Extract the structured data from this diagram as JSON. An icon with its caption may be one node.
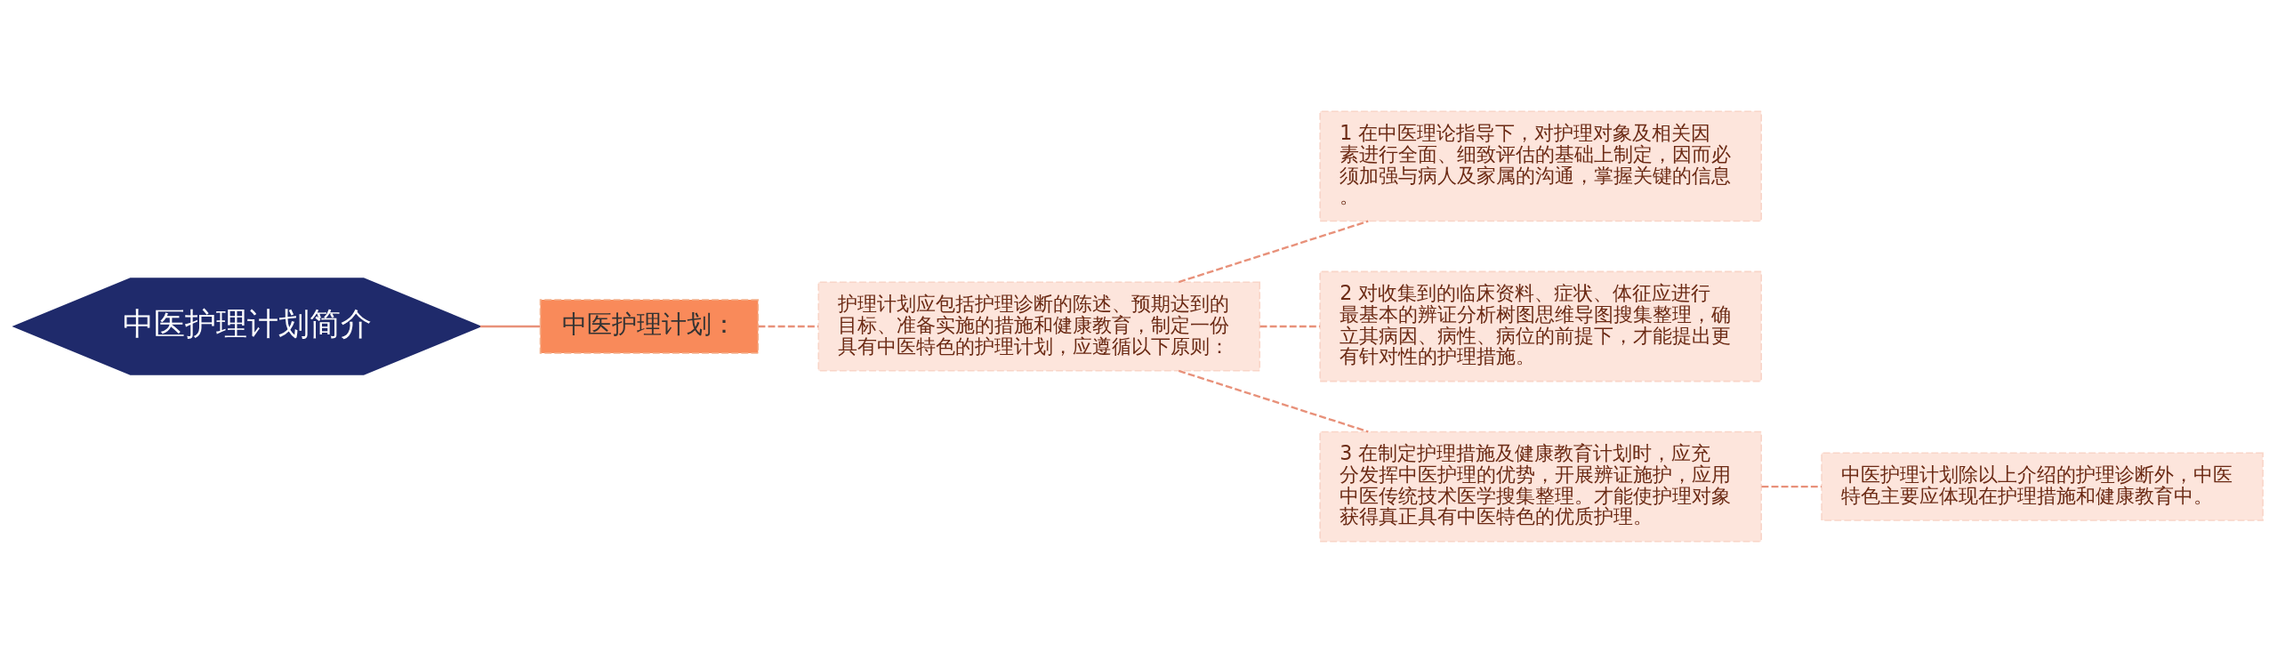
{
  "diagram": {
    "nodes": [
      {
        "text": [
          "中医护理计划简介"
        ]
      },
      {
        "text": [
          "中医护理计划："
        ]
      },
      {
        "text": [
          "护理计划应包括护理诊断的陈述、预期达到的目标、准备实施的措施和健康教育，制定一份具有中医特色的护理计划，应遵循以下原则："
        ]
      },
      {
        "text": [
          "1 在中医理论指导下，对护理对象及相关因素进行全面、细致评估的基础上制定，因而必须加强与病人及家属的沟通，掌握关键的信息。"
        ]
      },
      {
        "text": [
          "2 对收集到的临床资料、症状、体征应进行最基本的辨证分析树图思维导图搜集整理，确立其病因、病性、病位的前提下，才能提出更有针对性的护理措施。"
        ]
      },
      {
        "text": [
          "3 在制定护理措施及健康教育计划时，应充分发挥中医护理的优势，开展辨证施护，应用中医传统技术医学搜集整理。才能使护理对象获得真正具有中医特色的优质护理。"
        ]
      },
      {
        "text": [
          "中医护理计划除以上介绍的护理诊断外，中医特色主要应体现在护理措施和健康教育中。"
        ]
      }
    ],
    "edges": [
      {
        "from": 0,
        "to": 1,
        "arrow": "none"
      },
      {
        "from": 1,
        "to": 2,
        "arrow": "none",
        "style": "dashed"
      },
      {
        "from": 2,
        "to": 3,
        "arrow": "none",
        "style": "dashed"
      },
      {
        "from": 2,
        "to": 4,
        "arrow": "none",
        "style": "dashed"
      },
      {
        "from": 2,
        "to": 5,
        "arrow": "none",
        "style": "dashed"
      },
      {
        "from": 5,
        "to": 6,
        "arrow": "none",
        "style": "dashed"
      }
    ]
  }
}
